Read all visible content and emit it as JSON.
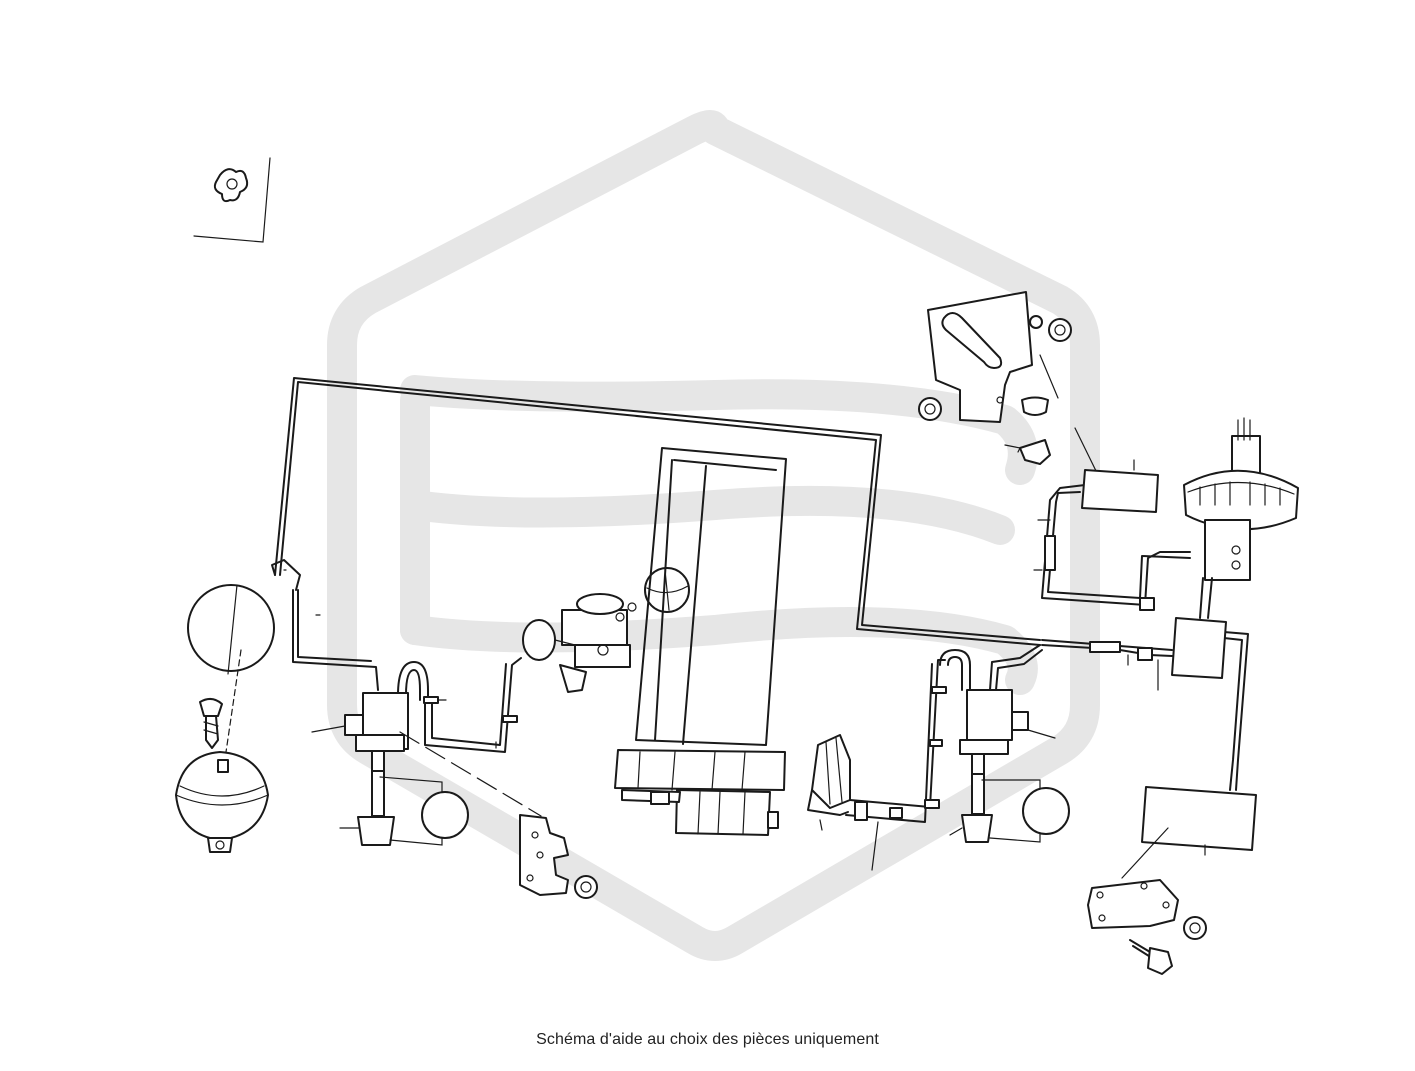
{
  "diagram": {
    "caption": "Schéma d'aide au choix des pièces uniquement",
    "watermark": "logo-shield",
    "colors": {
      "line": "#1a1a1a",
      "watermark": "#e6e6e6",
      "background": "#ffffff",
      "caption": "#222222"
    },
    "parts": [
      "hose-clip",
      "pressure-sphere",
      "fixing-screw",
      "accumulator-sphere",
      "rigid-pipe-loop",
      "rear-left-valve",
      "rear-left-damper-sphere",
      "mounting-bracket-left",
      "flange-nut",
      "hydraulic-pump",
      "hydraulic-tank",
      "pipe-grommet",
      "rear-right-valve",
      "rear-right-damper-sphere",
      "valve-bracket",
      "bracket-nut",
      "bracket-bolt",
      "brake-servo",
      "master-cylinder",
      "pipe-union",
      "junction-block",
      "support-plate",
      "support-nut",
      "support-bolt"
    ]
  }
}
